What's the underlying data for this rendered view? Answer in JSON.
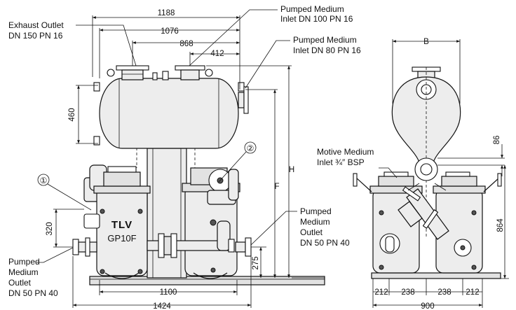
{
  "labels": {
    "exhaust_outlet_line1": "Exhaust Outlet",
    "exhaust_outlet_line2": "DN 150 PN 16",
    "inlet_100_line1": "Pumped Medium",
    "inlet_100_line2": "Inlet DN 100 PN 16",
    "inlet_80_line1": "Pumped Medium",
    "inlet_80_line2": "Inlet DN 80 PN 16",
    "outlet_left_line1": "Pumped",
    "outlet_left_line2": "Medium",
    "outlet_left_line3": "Outlet",
    "outlet_left_line4": "DN 50 PN 40",
    "outlet_right_line1": "Pumped",
    "outlet_right_line2": "Medium",
    "outlet_right_line3": "Outlet",
    "outlet_right_line4": "DN 50 PN 40",
    "motive_line1": "Motive Medium",
    "motive_line2": "Inlet ¾″ BSP",
    "callout_1": "①",
    "callout_2": "②",
    "brand": "TLV",
    "model": "GP10F"
  },
  "dimensions": {
    "d1188": "1188",
    "d1076": "1076",
    "d868": "868",
    "d412": "412",
    "d460": "460",
    "d320": "320",
    "d275": "275",
    "d1100": "1100",
    "d1424": "1424",
    "dB": "B",
    "dH": "H",
    "dF": "F",
    "d86": "86",
    "d864": "864",
    "d212a": "212",
    "d238a": "238",
    "d238b": "238",
    "d212b": "212",
    "d900": "900"
  }
}
